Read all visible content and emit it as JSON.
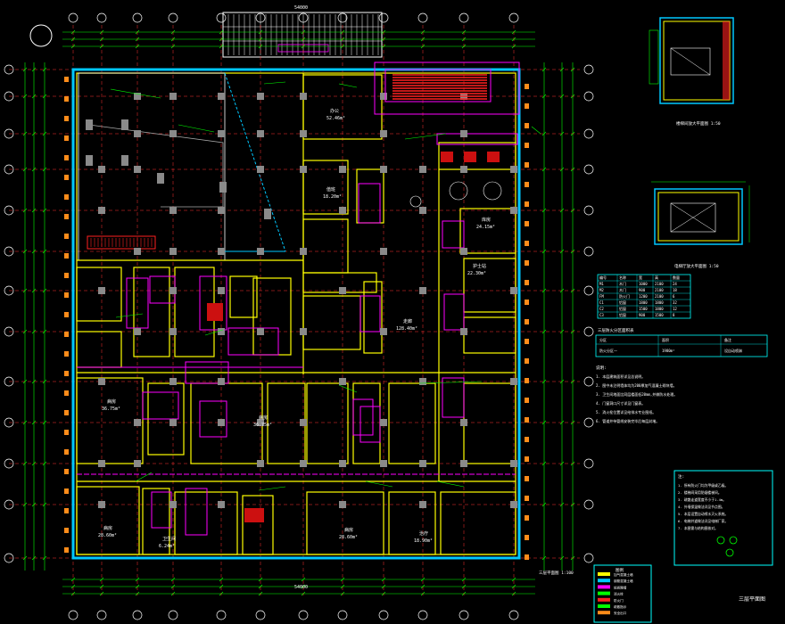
{
  "drawing": {
    "final_title": "三层平面图",
    "main_scale_note": "三层平面图 1:100",
    "total_dim_top": "54000",
    "total_dim_bottom": "54000",
    "colors": {
      "background": "#000000",
      "axis": "#00c8ff",
      "wall": "#ffff00",
      "partition": "#ff00ff",
      "dimension": "#00ff00",
      "grid_dash": "#ff3030",
      "stair": "#ff2020",
      "column": "#8a8a8a",
      "text": "#ffffff",
      "frame": "#00ffff"
    }
  },
  "rooms": {
    "top_rooms": [
      {
        "name": "办公",
        "area": "52.46m²"
      },
      {
        "name": "值班",
        "area": "18.20m²"
      },
      {
        "name": "库房",
        "area": "24.15m²"
      }
    ],
    "mid_rooms": [
      {
        "name": "病房",
        "area": "36.75m²"
      },
      {
        "name": "病房",
        "area": "36.75m²"
      },
      {
        "name": "走廊",
        "area": "128.40m²"
      },
      {
        "name": "护士站",
        "area": "22.30m²"
      }
    ],
    "bottom_rooms": [
      {
        "name": "病房",
        "area": "28.60m²"
      },
      {
        "name": "病房",
        "area": "28.60m²"
      },
      {
        "name": "治疗",
        "area": "18.90m²"
      },
      {
        "name": "卫生间",
        "area": "6.24m²"
      }
    ]
  },
  "detail_views": {
    "detail_a_title": "楼梯间放大平面图 1:50",
    "detail_b_title": "电梯厅放大平面图 1:50"
  },
  "schedule_table": {
    "headers": [
      "编号",
      "名称",
      "宽",
      "高",
      "数量"
    ],
    "rows": [
      [
        "M1",
        "木门",
        "1000",
        "2100",
        "24"
      ],
      [
        "M2",
        "木门",
        "900",
        "2100",
        "18"
      ],
      [
        "FM",
        "防火门",
        "1200",
        "2100",
        "6"
      ],
      [
        "C1",
        "铝窗",
        "1800",
        "1800",
        "32"
      ],
      [
        "C2",
        "铝窗",
        "1500",
        "1800",
        "12"
      ],
      [
        "C3",
        "铝窗",
        "900",
        "1500",
        "8"
      ]
    ]
  },
  "material_table": {
    "title": "三层防火分区面积表",
    "headers": [
      "分区",
      "面积",
      "备注"
    ],
    "rows": [
      [
        "防火分区一",
        "1980m²",
        "设自动喷淋"
      ]
    ]
  },
  "notes": {
    "title": "说明:",
    "lines": [
      "1. 本层建筑面积详见总说明。",
      "2. 图中未注明墙体均为200厚加气混凝土砌块墙。",
      "3. 卫生间地面比同层楼面低20mm,并做防水处理。",
      "4. 门窗洞口尺寸详见门窗表。",
      "5. 消火栓位置详见给排水专业图纸。",
      "6. 管道井待管线安装完毕后每层封堵。"
    ]
  },
  "legend": {
    "title": "图例",
    "items": [
      {
        "label": "加气混凝土墙"
      },
      {
        "label": "钢筋混凝土墙"
      },
      {
        "label": "轻质隔墙"
      },
      {
        "label": "消火栓"
      },
      {
        "label": "防火门"
      },
      {
        "label": "疏散指示"
      },
      {
        "label": "安全出口"
      }
    ]
  },
  "right_notes": {
    "title": "注:",
    "lines": [
      "1. 所有防火门均为甲级或乙级。",
      "2. 楼梯间采用防烟楼梯间。",
      "3. 疏散走道宽度不小于1.4m。",
      "4. 外墙保温做法详见节点图。",
      "5. 本层设置自动喷水灭火系统。",
      "6. 电梯井道做法详见电梯厂家。",
      "7. 本图需与结构图核对。"
    ]
  }
}
